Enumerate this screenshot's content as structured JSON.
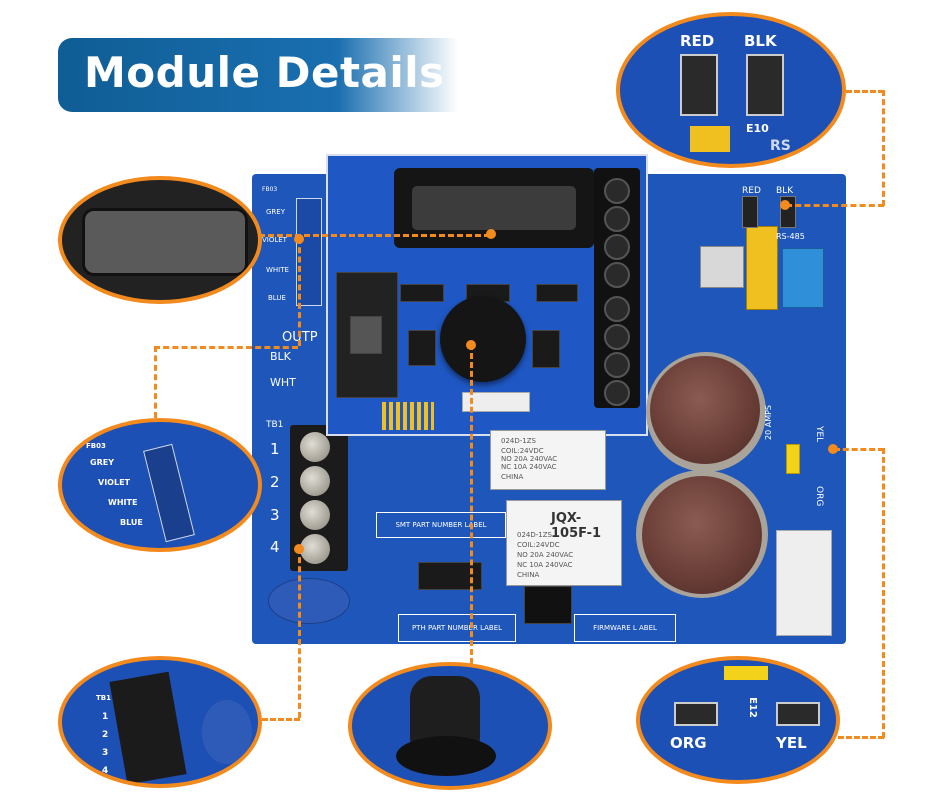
{
  "header": {
    "title": "Module Details"
  },
  "board": {
    "side_labels": [
      "GREY",
      "VIOLET",
      "WHITE",
      "BLUE"
    ],
    "fb_label": "FB03",
    "outp": "OUTP",
    "blk": "BLK",
    "wht": "WHT",
    "tb1": "TB1",
    "terminals": [
      "1",
      "2",
      "3",
      "4"
    ],
    "red": "RED",
    "blk_top": "BLK",
    "rs485": "RS-485",
    "amps": "20 AMPS",
    "yel": "YEL",
    "org": "ORG",
    "smt_label": "SMT PART NUMBER LABEL",
    "pth_label": "PTH PART NUMBER LABEL",
    "firmware_label": "FIRMWARE L ABEL",
    "relay1": {
      "model": "JQX-105F-1",
      "coil": "024D-1ZS",
      "coil_v": "COIL:24VDC",
      "rating1": "NO 20A 240VAC",
      "rating2": "NC 10A 240VAC",
      "origin": "CHINA"
    },
    "relay2": {
      "model": "",
      "coil": "024D-1ZS",
      "coil_v": "COIL:24VDC",
      "rating1": "NO 20A 240VAC",
      "rating2": "NC 10A 240VAC",
      "origin": "CHINA"
    }
  },
  "zooms": {
    "top_right": {
      "red": "RED",
      "blk": "BLK",
      "e10": "E10",
      "rs": "RS"
    },
    "display": {},
    "wires": {
      "grey": "GREY",
      "violet": "VIOLET",
      "white": "WHITE",
      "blue": "BLUE",
      "fb": "FB03"
    },
    "terminal": {
      "tb1": "TB1",
      "nums": [
        "1",
        "2",
        "3",
        "4"
      ]
    },
    "knob": {},
    "jumpers": {
      "org": "ORG",
      "yel": "YEL",
      "e12": "E12"
    }
  },
  "colors": {
    "accent": "#f28a1e",
    "banner": "#1a6fb0",
    "pcb": "#1e56b9"
  }
}
